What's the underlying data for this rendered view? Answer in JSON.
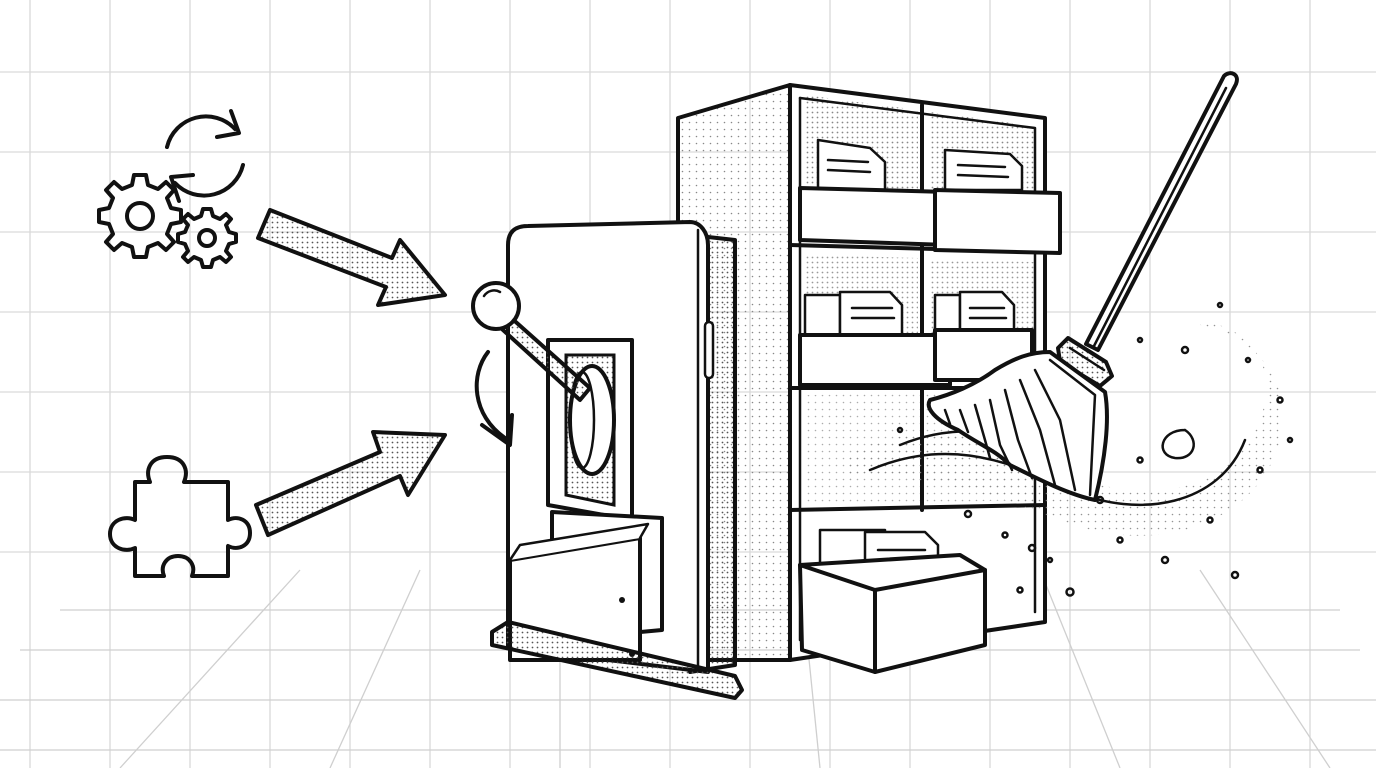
{
  "scene": {
    "background": "#ffffff",
    "ink_color": "#111111",
    "grid_color": "#d9d9d9",
    "halftone_color": "#555555",
    "style": "black-and-white hand-drawn illustration",
    "icons": [
      "sync-arrows-icon",
      "gears-icon",
      "puzzle-piece-icon"
    ],
    "objects": [
      "lever-machine",
      "filing-shelf",
      "broom",
      "dust-cloud"
    ]
  }
}
